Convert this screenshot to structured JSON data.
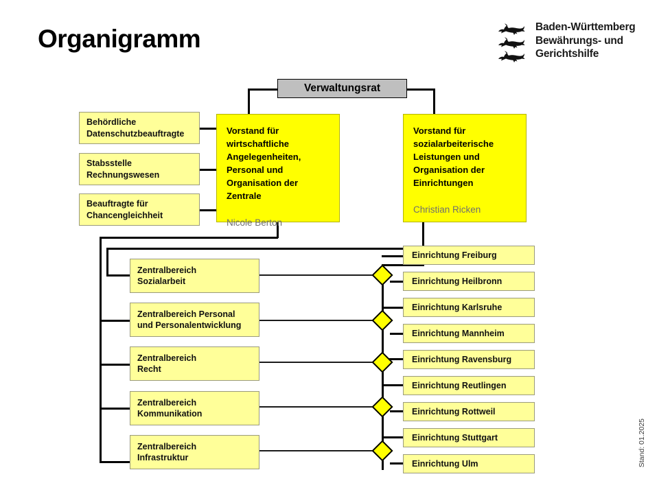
{
  "header": {
    "title": "Organigramm",
    "logo": {
      "crest_icon": "three-lions-crest-icon",
      "line1": "Baden-Württemberg",
      "line2": "Bewährungs- und",
      "line3": "Gerichtshilfe"
    },
    "stand": "Stand: 01.2025"
  },
  "chart_data": {
    "type": "diagram",
    "title": "Organigramm",
    "top": {
      "label": "Verwaltungsrat"
    },
    "staff_units": [
      {
        "label": "Behördliche\nDatenschutzbeauftragte",
        "line1": "Behördliche",
        "line2": "Datenschutzbeauftragte"
      },
      {
        "label": "Stabsstelle\nRechnungswesen",
        "line1": "Stabsstelle",
        "line2": "Rechnungswesen"
      },
      {
        "label": "Beauftragte für\nChancengleichheit",
        "line1": "Beauftragte für",
        "line2": "Chancengleichheit"
      }
    ],
    "boards": [
      {
        "title": "Vorstand für wirtschaftliche Angelegenheiten, Personal und Organisation der Zentrale",
        "person": "Nicole Berton"
      },
      {
        "title": "Vorstand für sozialarbeiterische Leistungen und Organisation der Einrichtungen",
        "person": "Christian Ricken"
      }
    ],
    "central_units": [
      {
        "line1": "Zentralbereich",
        "line2": "Sozialarbeit"
      },
      {
        "line1": "Zentralbereich Personal",
        "line2": "und Personalentwicklung"
      },
      {
        "line1": "Zentralbereich",
        "line2": "Recht"
      },
      {
        "line1": "Zentralbereich",
        "line2": "Kommunikation"
      },
      {
        "line1": "Zentralbereich",
        "line2": "Infrastruktur"
      }
    ],
    "facilities": [
      {
        "label": "Einrichtung Freiburg"
      },
      {
        "label": "Einrichtung Heilbronn"
      },
      {
        "label": "Einrichtung Karlsruhe"
      },
      {
        "label": "Einrichtung Mannheim"
      },
      {
        "label": "Einrichtung Ravensburg"
      },
      {
        "label": "Einrichtung Reutlingen"
      },
      {
        "label": "Einrichtung Rottweil"
      },
      {
        "label": "Einrichtung Stuttgart"
      },
      {
        "label": "Einrichtung Ulm"
      }
    ],
    "matrix_nodes": 5,
    "colors": {
      "highlight": "#ffff00",
      "pale": "#ffff99",
      "grey": "#bfbfbf",
      "line": "#000000",
      "person_text": "#6f6f6f"
    }
  }
}
